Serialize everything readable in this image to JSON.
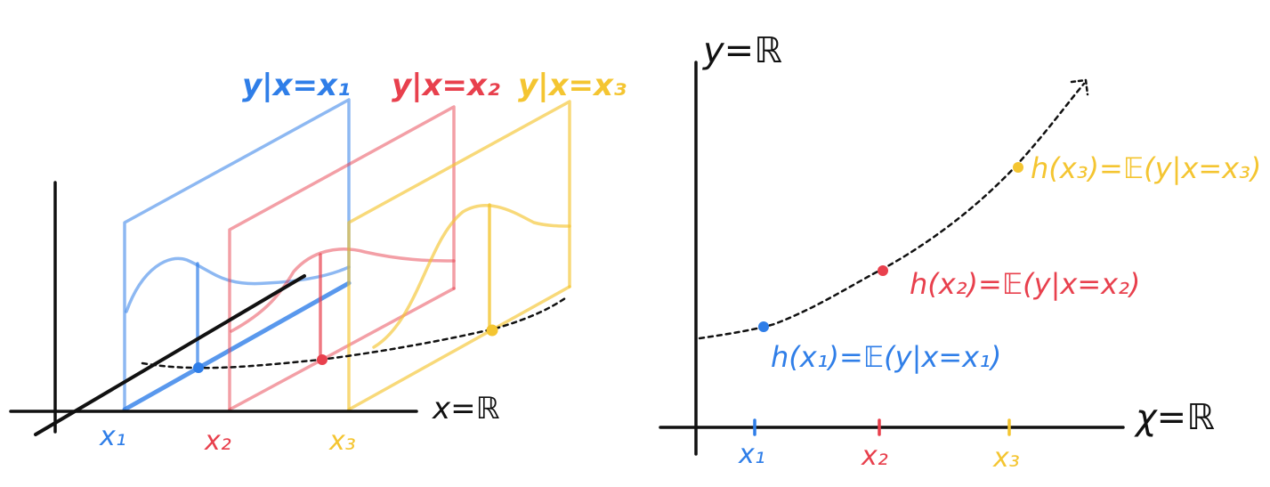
{
  "colors": {
    "blue": "#2f7ee8",
    "red": "#e8404d",
    "yellow": "#f4c531",
    "ink": "#111111"
  },
  "left": {
    "panel_labels": {
      "x1": "y|x=x₁",
      "x2": "y|x=x₂",
      "x3": "y|x=x₃"
    },
    "axis_label": "x=ℝ",
    "ticks": [
      "x₁",
      "x₂",
      "x₃"
    ]
  },
  "right": {
    "y_axis_label": "y=ℝ",
    "x_axis_label": "χ=ℝ",
    "ticks": [
      "x₁",
      "x₂",
      "x₃"
    ],
    "annotations": {
      "x1": "h(x₁)=𝔼(y|x=x₁)",
      "x2": "h(x₂)=𝔼(y|x=x₂)",
      "x3": "h(x₃)=𝔼(y|x=x₃)"
    }
  }
}
